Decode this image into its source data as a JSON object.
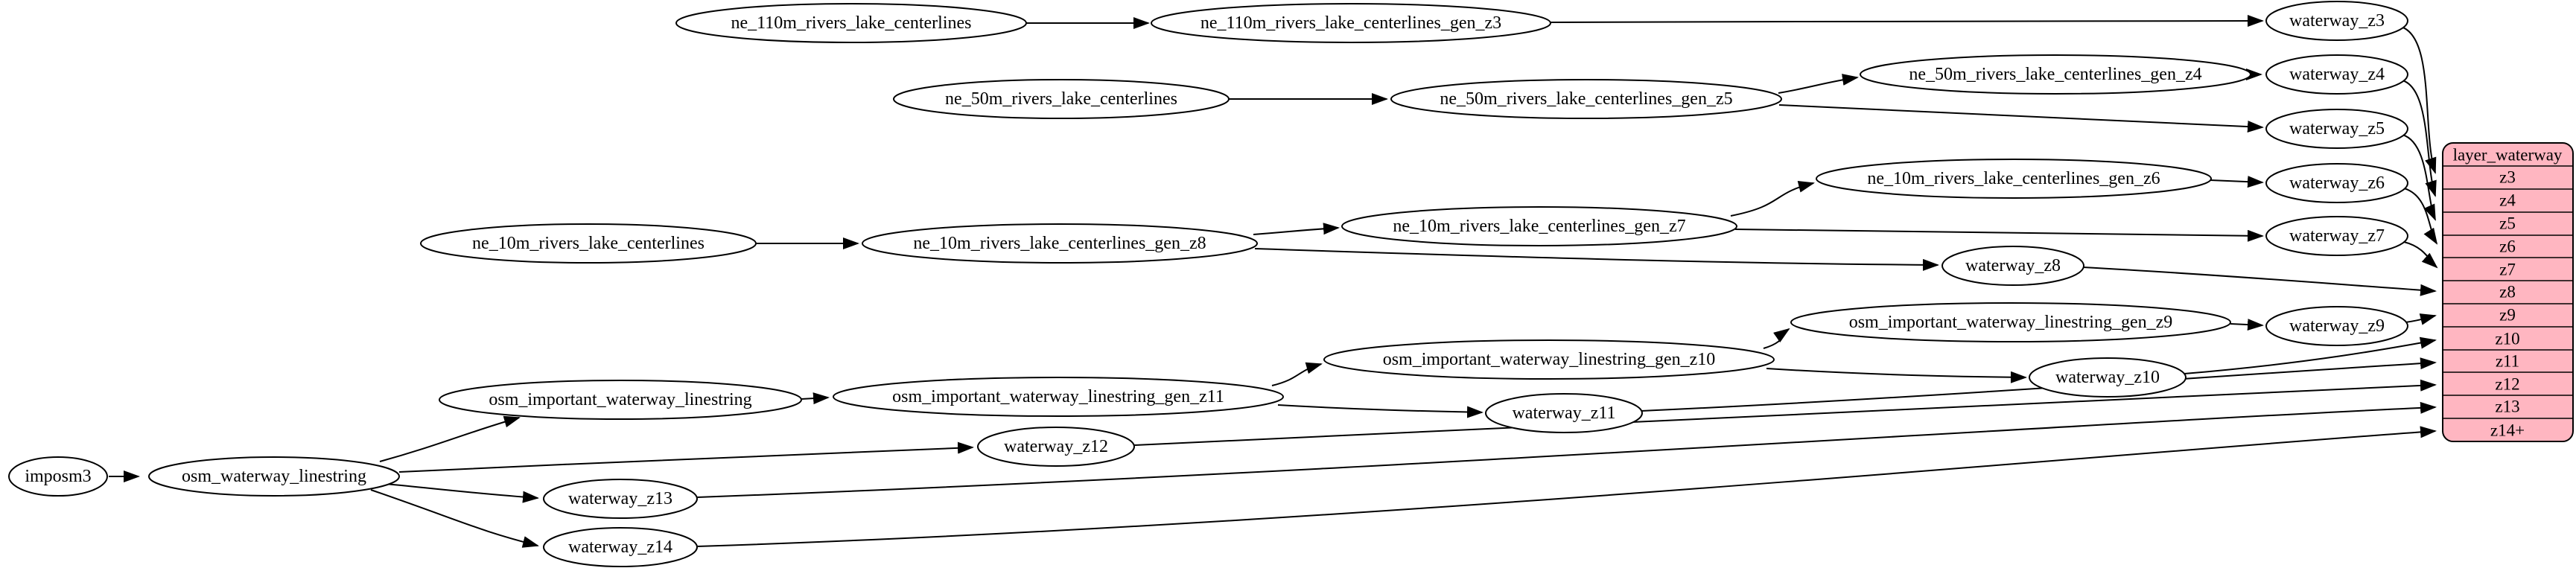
{
  "diagram": {
    "background": "#ffffff",
    "node_fill": "#ffffff",
    "edge_color": "#000000",
    "nodes": {
      "imposm3": "imposm3",
      "osm_waterway_linestring": "osm_waterway_linestring",
      "osm_important_waterway_linestring": "osm_important_waterway_linestring",
      "osm_important_waterway_linestring_gen_z11": "osm_important_waterway_linestring_gen_z11",
      "osm_important_waterway_linestring_gen_z10": "osm_important_waterway_linestring_gen_z10",
      "osm_important_waterway_linestring_gen_z9": "osm_important_waterway_linestring_gen_z9",
      "ne_110m_rivers_lake_centerlines": "ne_110m_rivers_lake_centerlines",
      "ne_110m_rivers_lake_centerlines_gen_z3": "ne_110m_rivers_lake_centerlines_gen_z3",
      "ne_50m_rivers_lake_centerlines": "ne_50m_rivers_lake_centerlines",
      "ne_50m_rivers_lake_centerlines_gen_z5": "ne_50m_rivers_lake_centerlines_gen_z5",
      "ne_50m_rivers_lake_centerlines_gen_z4": "ne_50m_rivers_lake_centerlines_gen_z4",
      "ne_10m_rivers_lake_centerlines": "ne_10m_rivers_lake_centerlines",
      "ne_10m_rivers_lake_centerlines_gen_z8": "ne_10m_rivers_lake_centerlines_gen_z8",
      "ne_10m_rivers_lake_centerlines_gen_z7": "ne_10m_rivers_lake_centerlines_gen_z7",
      "ne_10m_rivers_lake_centerlines_gen_z6": "ne_10m_rivers_lake_centerlines_gen_z6",
      "waterway_z3": "waterway_z3",
      "waterway_z4": "waterway_z4",
      "waterway_z5": "waterway_z5",
      "waterway_z6": "waterway_z6",
      "waterway_z7": "waterway_z7",
      "waterway_z8": "waterway_z8",
      "waterway_z9": "waterway_z9",
      "waterway_z10": "waterway_z10",
      "waterway_z11": "waterway_z11",
      "waterway_z12": "waterway_z12",
      "waterway_z13": "waterway_z13",
      "waterway_z14": "waterway_z14"
    },
    "table": {
      "title": "layer_waterway",
      "rows": [
        "z3",
        "z4",
        "z5",
        "z6",
        "z7",
        "z8",
        "z9",
        "z10",
        "z11",
        "z12",
        "z13",
        "z14+"
      ],
      "fill": "#ffb6c1",
      "stroke": "#000000"
    }
  }
}
